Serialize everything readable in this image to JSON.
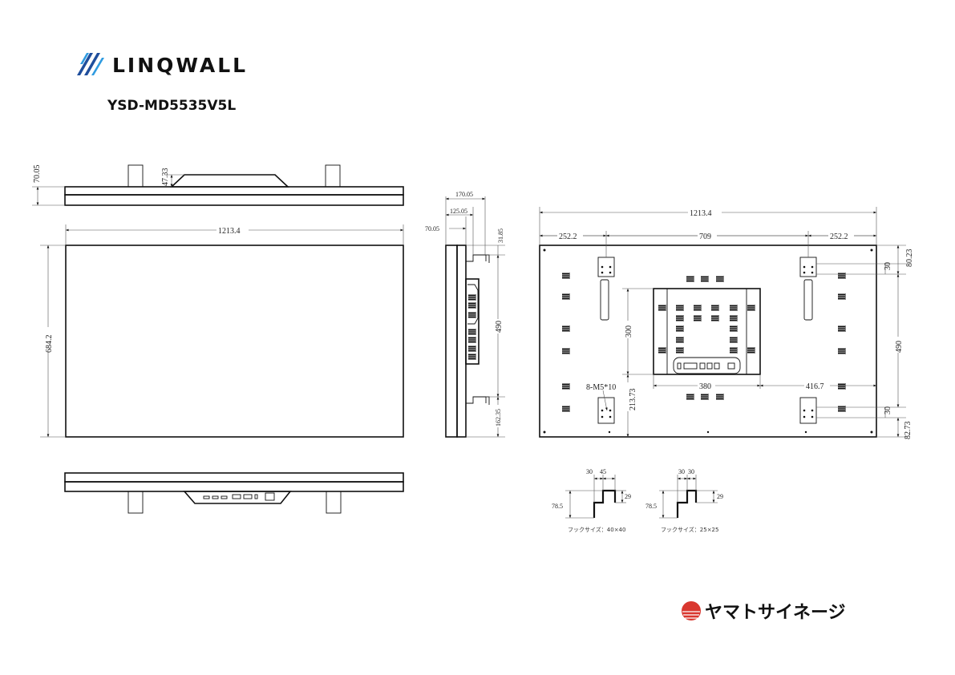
{
  "header": {
    "brand": "LINQWALL",
    "model": "YSD-MD5535V5L"
  },
  "top_view": {
    "dims": [
      "70.05",
      "47.33"
    ]
  },
  "front_view": {
    "dims": [
      "1213.4",
      "684.2"
    ]
  },
  "side_view": {
    "dims": [
      "170.05",
      "125.05",
      "70.05",
      "31.85",
      "490",
      "162.35"
    ]
  },
  "back_view": {
    "dims": [
      "1213.4",
      "252.2",
      "709",
      "252.2",
      "80.23",
      "30",
      "490",
      "30",
      "82.73",
      "300",
      "213.73",
      "380",
      "416.7"
    ],
    "screw_note": "8-M5*10"
  },
  "hooks": [
    {
      "widths": [
        "30",
        "45"
      ],
      "height": "78.5",
      "step": "29",
      "caption": "フックサイズ：40×40"
    },
    {
      "widths": [
        "30",
        "30"
      ],
      "height": "78.5",
      "step": "29",
      "caption": "フックサイズ：25×25"
    }
  ],
  "footer": {
    "company": "ヤマトサイネージ",
    "logo_color": "#d9372f"
  },
  "colors": {
    "brand_dark": "#1f4e9c",
    "brand_light": "#2f9be0"
  }
}
